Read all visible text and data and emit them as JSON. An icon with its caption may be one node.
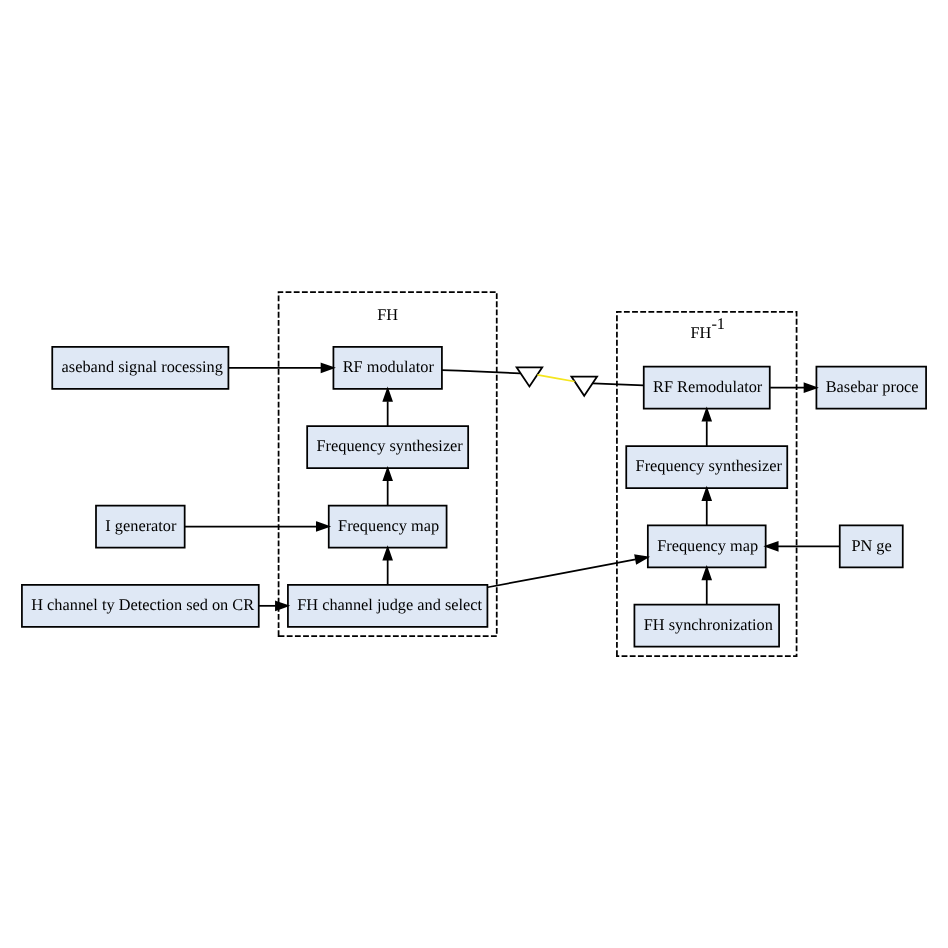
{
  "diagram": {
    "nodes": [
      {
        "text": [
          "FH"
        ]
      },
      {
        "text": [
          "RF modulator"
        ],
        "in": 0
      },
      {
        "text": [
          "Frequency synthesizer"
        ],
        "in": 0
      },
      {
        "text": [
          "Frequency map"
        ],
        "in": 0
      },
      {
        "text": [
          "FH channel judge and select"
        ],
        "in": 0
      },
      {
        "text": [
          "FH$^{-1}$"
        ]
      },
      {
        "text": [
          "RF Remodulator"
        ],
        "in": 5
      },
      {
        "text": [
          "Frequency synthesizer"
        ],
        "in": 5
      },
      {
        "text": [
          "Frequency map"
        ],
        "in": 5
      },
      {
        "text": [
          "FH synchronization"
        ],
        "in": 5
      },
      {
        "text": [
          "aseband signal rocessing"
        ]
      },
      {
        "text": [
          "I generator"
        ]
      },
      {
        "text": [
          "H channel ty Detection sed on CR"
        ]
      },
      {
        "text": [
          "Basebar proce"
        ]
      },
      {
        "text": [
          "PN ge"
        ]
      },
      {
        "text": [],
        "shape": "antenna"
      },
      {
        "text": [],
        "shape": "antenna"
      }
    ],
    "edges": [
      {
        "from": 10,
        "to": 1,
        "arrow": "to"
      },
      {
        "from": 2,
        "to": 1,
        "arrow": "to"
      },
      {
        "from": 3,
        "to": 2,
        "arrow": "to"
      },
      {
        "from": 4,
        "to": 3,
        "arrow": "to"
      },
      {
        "from": 11,
        "to": 3,
        "arrow": "to"
      },
      {
        "from": 12,
        "to": 4,
        "arrow": "to"
      },
      {
        "from": 4,
        "to": 8,
        "arrow": "to"
      },
      {
        "from": 8,
        "to": 7,
        "arrow": "to"
      },
      {
        "from": 7,
        "to": 6,
        "arrow": "to"
      },
      {
        "from": 9,
        "to": 8,
        "arrow": "to"
      },
      {
        "from": 14,
        "to": 8,
        "arrow": "to"
      },
      {
        "from": 6,
        "to": 13,
        "arrow": "to"
      },
      {
        "from": 1,
        "to": 15,
        "arrow": "none"
      },
      {
        "from": 16,
        "to": 6,
        "arrow": "none"
      },
      {
        "from": 15,
        "to": 16,
        "arrow": "none",
        "color": "#f5e61e"
      }
    ]
  }
}
